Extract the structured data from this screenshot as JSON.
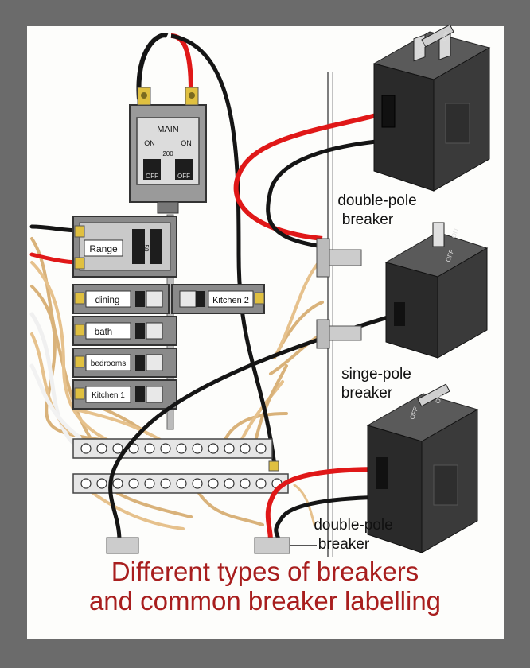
{
  "main_breaker": {
    "title": "MAIN",
    "on_left": "ON",
    "on_right": "ON",
    "rating": "200",
    "off_left": "OFF",
    "off_right": "OFF"
  },
  "panel_breakers": [
    {
      "label": "Range",
      "rating": "50"
    },
    {
      "label": "dining"
    },
    {
      "label": "Kitchen 2"
    },
    {
      "label": "bath"
    },
    {
      "label": "bedrooms"
    },
    {
      "label": "Kitchen 1"
    }
  ],
  "breaker_callouts": [
    {
      "line1": "double-pole",
      "line2": "breaker"
    },
    {
      "line1": "singe-pole",
      "line2": "breaker"
    },
    {
      "line1": "double-pole",
      "line2": "breaker"
    }
  ],
  "toggle_text": {
    "on": "ON",
    "off": "OFF"
  },
  "caption": {
    "line1": "Different types of breakers",
    "line2": "and common breaker labelling"
  },
  "colors": {
    "background": "#6b6b6b",
    "frame": "#fdfdfb",
    "caption": "#a81e1e",
    "hot_wire_red": "#e01818",
    "hot_wire_black": "#151515",
    "neutral_wire": "#e0a868",
    "breaker_body": "#2b2b2b",
    "panel_breaker": "#8a8a8a",
    "terminal": "#e0c040"
  }
}
